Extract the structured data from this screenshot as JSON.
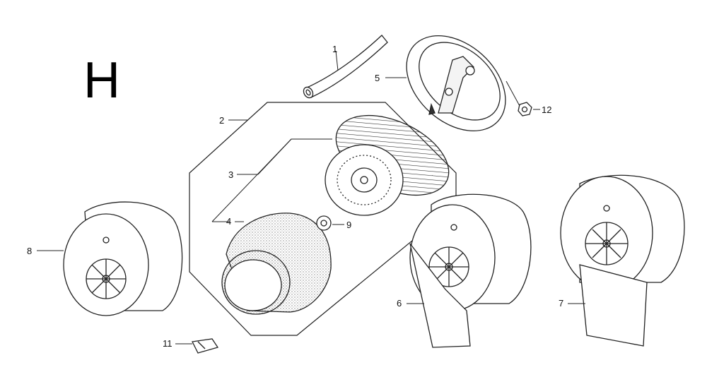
{
  "diagram": {
    "section_letter": "H",
    "callouts": [
      {
        "id": "p1",
        "text": "1"
      },
      {
        "id": "p2",
        "text": "2"
      },
      {
        "id": "p3",
        "text": "3"
      },
      {
        "id": "p4",
        "text": "4"
      },
      {
        "id": "p5",
        "text": "5"
      },
      {
        "id": "p6",
        "text": "6"
      },
      {
        "id": "p7",
        "text": "7"
      },
      {
        "id": "p8",
        "text": "8"
      },
      {
        "id": "p9",
        "text": "9"
      },
      {
        "id": "p11",
        "text": "11"
      },
      {
        "id": "p12",
        "text": "12"
      }
    ]
  }
}
